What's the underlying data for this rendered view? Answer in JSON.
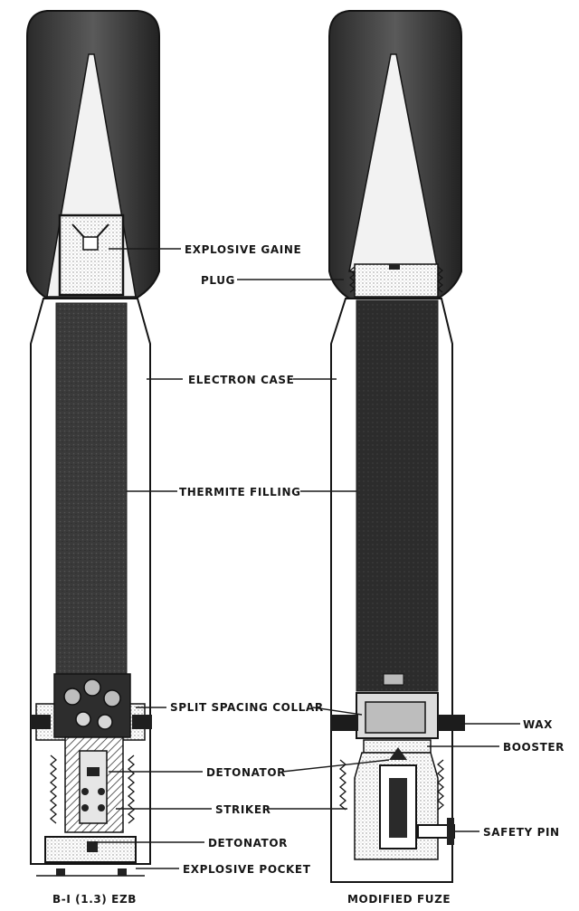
{
  "labels": {
    "explosive_gaine": "EXPLOSIVE GAINE",
    "plug": "PLUG",
    "electron_case": "ELECTRON CASE",
    "thermite_filling": "THERMITE FILLING",
    "split_spacing_collar": "SPLIT SPACING COLLAR",
    "wax": "WAX",
    "booster": "BOOSTER",
    "detonator_upper": "DETONATOR",
    "striker": "STRIKER",
    "safety_pin": "SAFETY PIN",
    "detonator_lower": "DETONATOR",
    "explosive_pocket": "EXPLOSIVE POCKET"
  },
  "captions": {
    "left": "B-I (1.3) EZB",
    "right": "MODIFIED FUZE"
  },
  "colors": {
    "ink": "#161616",
    "filling": "#3c3c3c",
    "cap": "#2a2a2a",
    "stipple": "#9a9a9a"
  }
}
